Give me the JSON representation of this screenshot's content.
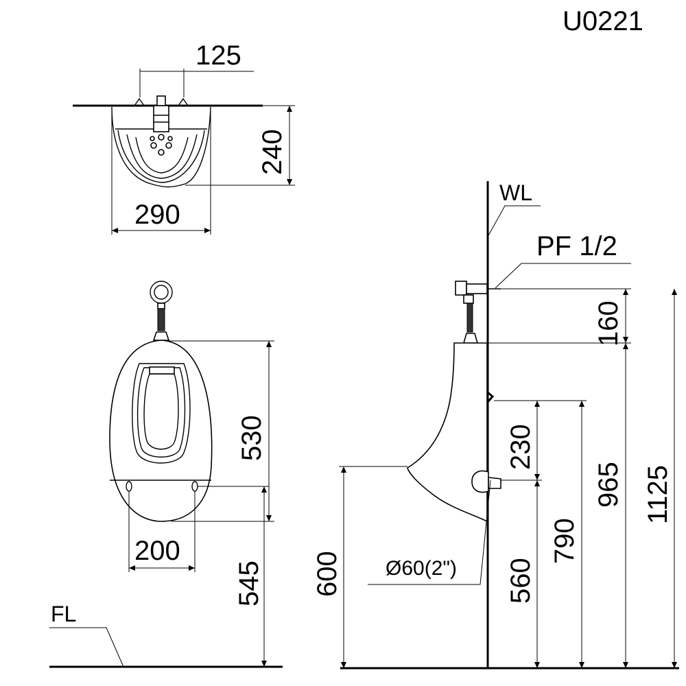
{
  "model_code": "U0221",
  "top_view": {
    "dim_inlet_spacing": "125",
    "dim_depth": "240",
    "dim_width": "290"
  },
  "front_view": {
    "dim_height": "530",
    "dim_hanger_spacing": "200",
    "dim_hanger_height": "545",
    "floor_label": "FL"
  },
  "side_view": {
    "wall_label": "WL",
    "inlet_label": "PF 1/2",
    "outlet_label": "Ø60(2\")",
    "dim_inlet_to_top": "160",
    "dim_top_to_hook": "230",
    "dim_rim_height": "600",
    "dim_outlet_height": "560",
    "dim_hook_height": "790",
    "dim_top_height": "965",
    "dim_inlet_height": "1125"
  }
}
